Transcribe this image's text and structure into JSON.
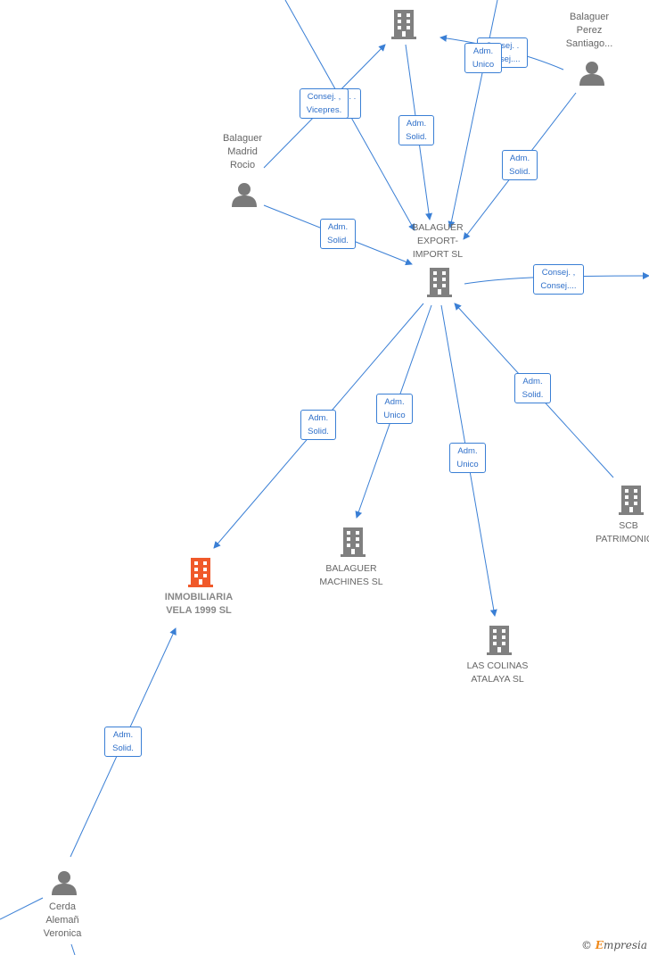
{
  "nodes": {
    "top_company": {
      "label": ""
    },
    "balaguer_perez": {
      "label": "Balaguer\nPerez\nSantiago..."
    },
    "balaguer_madrid": {
      "label": "Balaguer\nMadrid\nRocio"
    },
    "balaguer_export": {
      "label": "BALAGUER\nEXPORT-\nIMPORT SL"
    },
    "inmobiliaria_vela": {
      "label": "INMOBILIARIA\nVELA 1999  SL"
    },
    "balaguer_machines": {
      "label": "BALAGUER\nMACHINES  SL"
    },
    "las_colinas": {
      "label": "LAS COLINAS\nATALAYA SL"
    },
    "scb_patrimonio": {
      "label": "SCB\nPATRIMONIO..."
    },
    "cerda_aleman": {
      "label": "Cerda\nAlemañ\nVeronica"
    }
  },
  "edge_labels": {
    "consej_back": "Consej. .\nConsej....",
    "adm_unico_top": "Adm.\nUnico",
    "consej_vicepres_back": "Consej. .",
    "consej_vicepres": "Consej. ,\nVicepres.",
    "adm_solid_top": "Adm.\nSolid.",
    "adm_solid_perez": "Adm.\nSolid.",
    "adm_solid_madrid": "Adm.\nSolid.",
    "consej_right": "Consej. ,\nConsej....",
    "adm_solid_vela": "Adm.\nSolid.",
    "adm_unico_machines": "Adm.\nUnico",
    "adm_unico_colinas": "Adm.\nUnico",
    "adm_solid_scb": "Adm.\nSolid.",
    "adm_solid_cerda": "Adm.\nSolid."
  },
  "watermark": {
    "symbol": "©",
    "brand_initial": "E",
    "brand_rest": "mpresia"
  },
  "colors": {
    "edge": "#3a7fd5",
    "company_icon": "#808080",
    "highlight_icon": "#f0592a",
    "person_icon": "#7a7a7a"
  }
}
